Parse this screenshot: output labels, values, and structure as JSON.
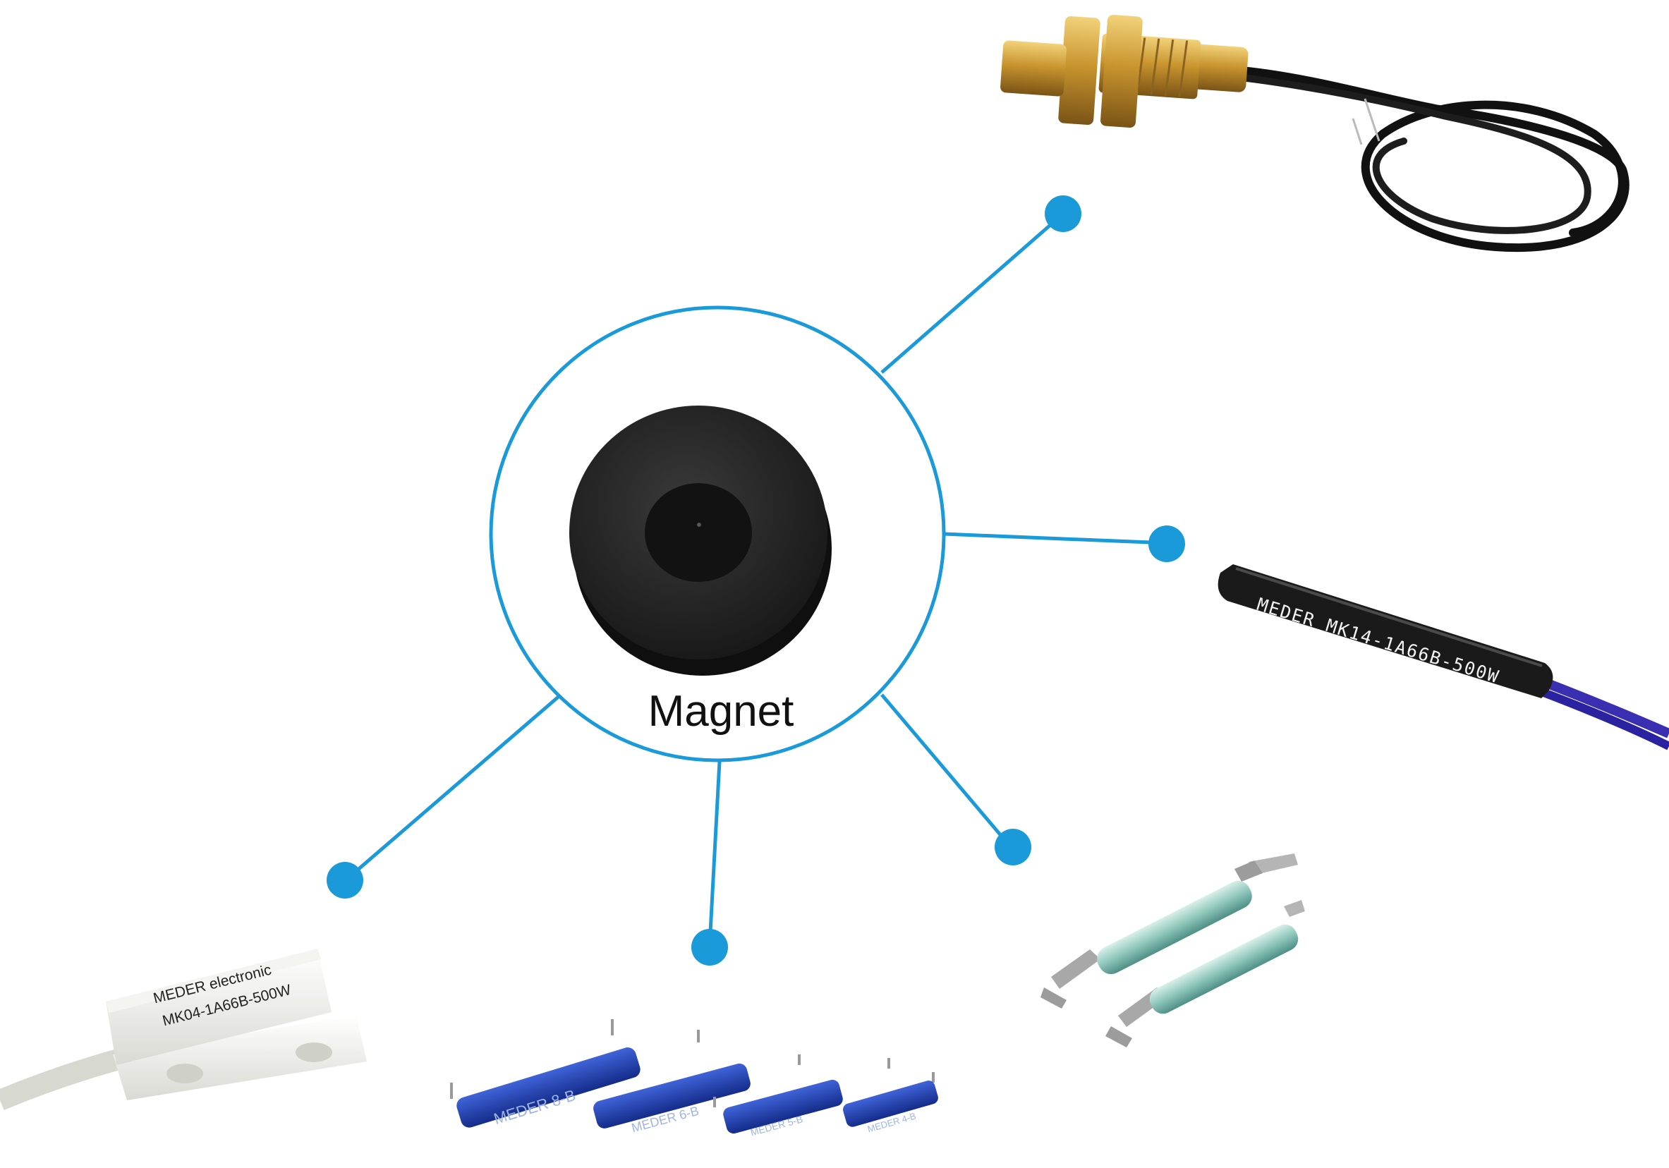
{
  "center": {
    "label": "Magnet"
  },
  "products": {
    "sensor_mk14": {
      "text": "MEDER MK14-1A66B-500W"
    },
    "sensor_mk04": {
      "line1": "MEDER electronic",
      "line2": "MK04-1A66B-500W"
    },
    "reed_8b": {
      "text": "MEDER 8-B"
    },
    "reed_6b": {
      "text": "MEDER 6-B"
    },
    "reed_5b": {
      "text": "MEDER 5-B"
    },
    "reed_4b": {
      "text": "MEDER 4-B"
    }
  },
  "colors": {
    "connector": "#1a9ad9",
    "magnet": "#1c1c1c",
    "brass": "#c89a3c",
    "reed_blue": "#1f3fae",
    "cable_blue": "#3a2fb0"
  }
}
